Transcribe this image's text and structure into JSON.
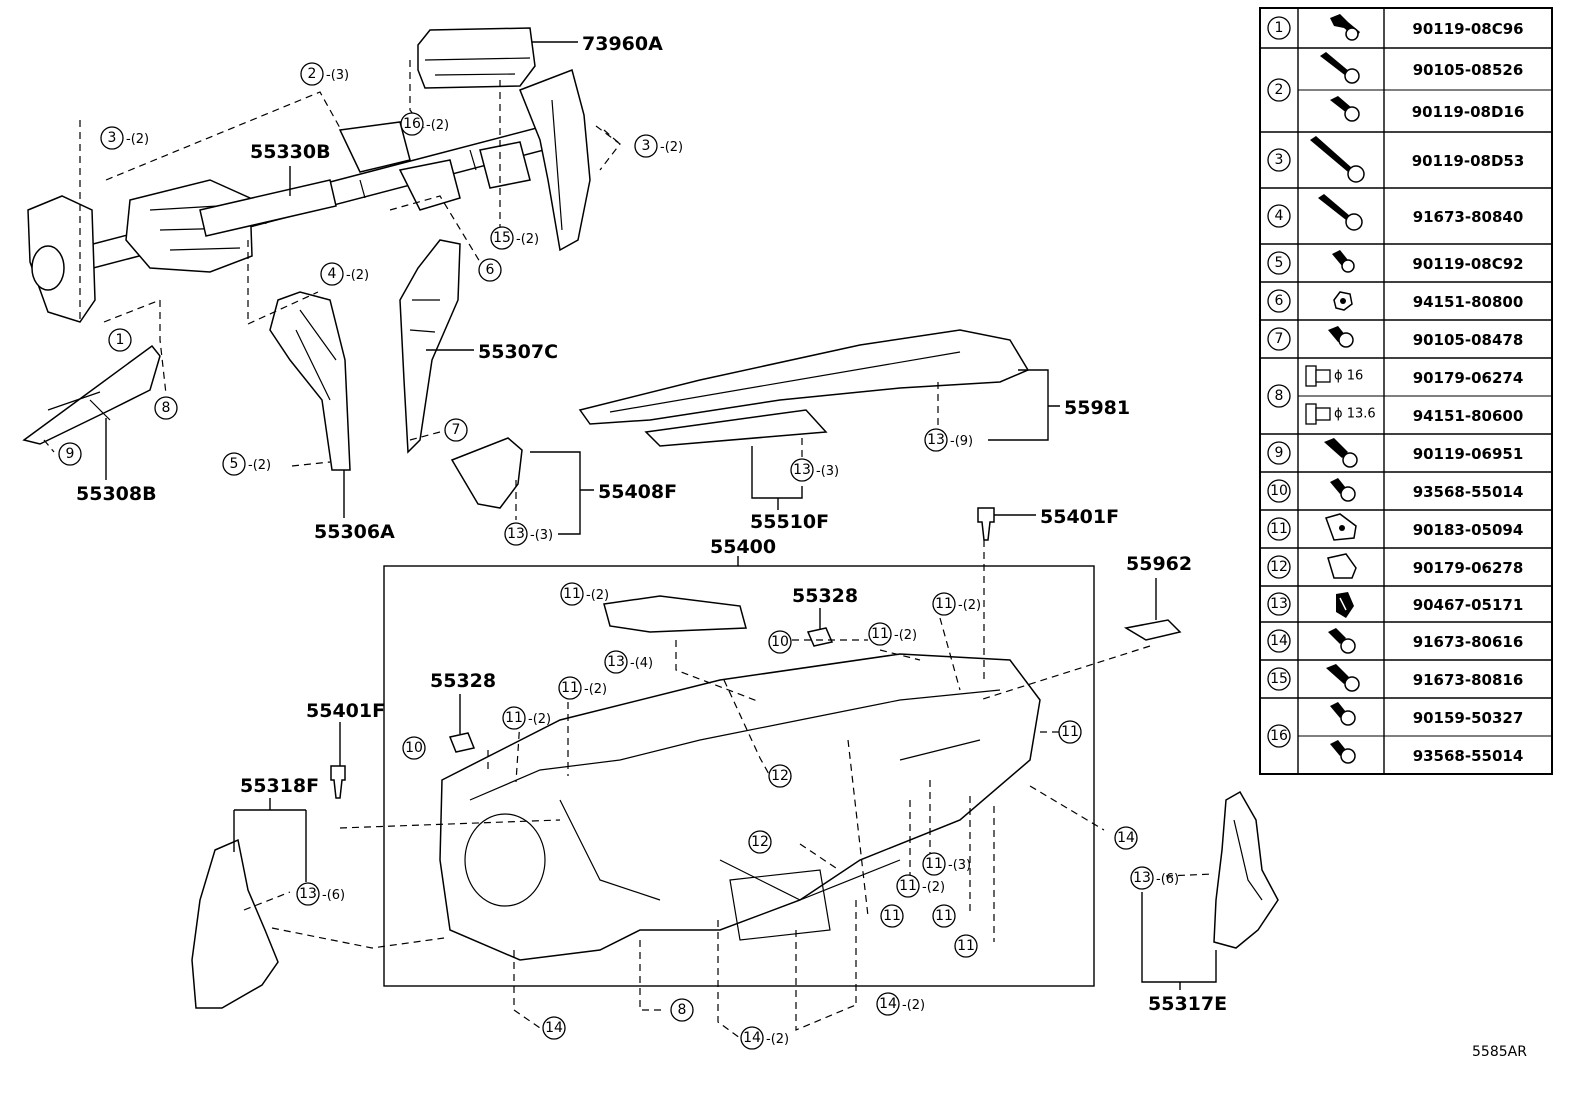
{
  "parts": {
    "p73960A": "73960A",
    "p55330B": "55330B",
    "p55307C": "55307C",
    "p55308B": "55308B",
    "p55306A": "55306A",
    "p55408F": "55408F",
    "p55510F": "55510F",
    "p55981": "55981",
    "p55401F_a": "55401F",
    "p55401F_b": "55401F",
    "p55400": "55400",
    "p55962": "55962",
    "p55328_a": "55328",
    "p55328_b": "55328",
    "p55318F": "55318F",
    "p55317E": "55317E"
  },
  "callouts": [
    {
      "num": "1",
      "qty": ""
    },
    {
      "num": "2",
      "qty": "-(3)"
    },
    {
      "num": "3",
      "qty": "-(2)"
    },
    {
      "num": "3",
      "qty": "-(2)"
    },
    {
      "num": "4",
      "qty": "-(2)"
    },
    {
      "num": "5",
      "qty": "-(2)"
    },
    {
      "num": "6",
      "qty": ""
    },
    {
      "num": "7",
      "qty": ""
    },
    {
      "num": "8",
      "qty": ""
    },
    {
      "num": "9",
      "qty": ""
    },
    {
      "num": "15",
      "qty": "-(2)"
    },
    {
      "num": "16",
      "qty": "-(2)"
    },
    {
      "num": "13",
      "qty": "-(9)"
    },
    {
      "num": "13",
      "qty": "-(3)"
    },
    {
      "num": "13",
      "qty": "-(3)"
    },
    {
      "num": "11",
      "qty": "-(2)"
    },
    {
      "num": "13",
      "qty": "-(4)"
    },
    {
      "num": "10",
      "qty": ""
    },
    {
      "num": "11",
      "qty": "-(2)"
    },
    {
      "num": "11",
      "qty": "-(2)"
    },
    {
      "num": "11",
      "qty": "-(2)"
    },
    {
      "num": "11",
      "qty": "-(2)"
    },
    {
      "num": "10",
      "qty": ""
    },
    {
      "num": "11",
      "qty": ""
    },
    {
      "num": "12",
      "qty": ""
    },
    {
      "num": "12",
      "qty": ""
    },
    {
      "num": "14",
      "qty": ""
    },
    {
      "num": "11",
      "qty": "-(3)"
    },
    {
      "num": "11",
      "qty": "-(2)"
    },
    {
      "num": "11",
      "qty": ""
    },
    {
      "num": "11",
      "qty": ""
    },
    {
      "num": "11",
      "qty": ""
    },
    {
      "num": "13",
      "qty": "-(6)"
    },
    {
      "num": "13",
      "qty": "-(6)"
    },
    {
      "num": "14",
      "qty": ""
    },
    {
      "num": "8",
      "qty": ""
    },
    {
      "num": "14",
      "qty": "-(2)"
    },
    {
      "num": "14",
      "qty": "-(2)"
    }
  ],
  "table": {
    "rows": [
      {
        "num": "1",
        "icon": "bolt-flange-icon",
        "parts": [
          "90119-08C96"
        ]
      },
      {
        "num": "2",
        "icon": "bolt-long-icon",
        "parts": [
          "90105-08526",
          "90119-08D16"
        ]
      },
      {
        "num": "3",
        "icon": "bolt-extra-long-icon",
        "parts": [
          "90119-08D53"
        ]
      },
      {
        "num": "4",
        "icon": "bolt-long-icon",
        "parts": [
          "91673-80840"
        ]
      },
      {
        "num": "5",
        "icon": "bolt-short-icon",
        "parts": [
          "90119-08C92"
        ]
      },
      {
        "num": "6",
        "icon": "nut-icon",
        "parts": [
          "94151-80800"
        ]
      },
      {
        "num": "7",
        "icon": "bolt-flange-icon",
        "parts": [
          "90105-08478"
        ]
      },
      {
        "num": "8",
        "icon": "clip-nut-icon",
        "parts": [
          "90179-06274",
          "94151-80600"
        ],
        "dia": [
          "ϕ 16",
          "ϕ 13.6"
        ]
      },
      {
        "num": "9",
        "icon": "bolt-flange-icon",
        "parts": [
          "90119-06951"
        ]
      },
      {
        "num": "10",
        "icon": "bolt-short-icon",
        "parts": [
          "93568-55014"
        ]
      },
      {
        "num": "11",
        "icon": "u-nut-icon",
        "parts": [
          "90183-05094"
        ]
      },
      {
        "num": "12",
        "icon": "clip-icon",
        "parts": [
          "90179-06278"
        ]
      },
      {
        "num": "13",
        "icon": "spring-clip-icon",
        "parts": [
          "90467-05171"
        ]
      },
      {
        "num": "14",
        "icon": "bolt-short-icon",
        "parts": [
          "91673-80616"
        ]
      },
      {
        "num": "15",
        "icon": "bolt-flange-icon",
        "parts": [
          "91673-80816"
        ]
      },
      {
        "num": "16",
        "icon": "bolt-short-icon",
        "parts": [
          "90159-50327",
          "93568-55014"
        ]
      }
    ]
  },
  "footer": {
    "code": "5585AR"
  }
}
